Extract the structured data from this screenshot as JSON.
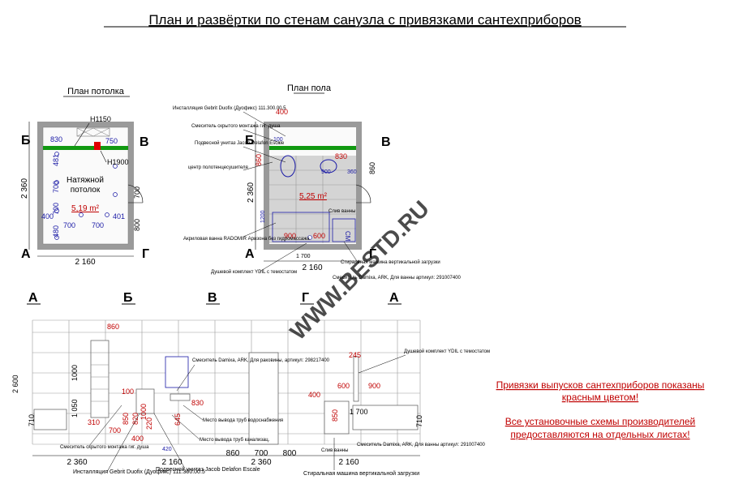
{
  "title": "План и развёртки по  стенам санузла   с привязками сантехприборов",
  "ceiling": {
    "heading": "План потолка",
    "area": "5,19 m²",
    "label_line1": "Натяжной",
    "label_line2": "потолок",
    "h1": "H1150",
    "h2": "H1900",
    "wall_letters": [
      "Б",
      "В",
      "А",
      "Г"
    ],
    "dims": {
      "top_left": "830",
      "top_right": "750",
      "left_upper": "481",
      "left_mid1": "700",
      "left_mid2": "700",
      "left_lower": "480",
      "bottom_left": "700",
      "bottom_right": "700",
      "mid_left": "400",
      "mid_right": "401",
      "width": "2 160",
      "height": "2 360",
      "door": "700",
      "door_right": "800"
    }
  },
  "floor": {
    "heading": "План пола",
    "area": "5,25 m²",
    "wall_letters": [
      "Б",
      "В",
      "А",
      "Г"
    ],
    "dims": {
      "d400": "400",
      "d860_left": "860",
      "d830": "830",
      "d900_top": "900",
      "d360": "360",
      "d860_right": "860",
      "d900_bottom": "900",
      "d600": "600",
      "d1700": "1 700",
      "width": "2 160",
      "height": "2 360",
      "d100": "100",
      "d1200": "1200",
      "cm": "СМ"
    },
    "notes": {
      "gebrit": "Инсталляция Gebrit Duofix (Дуофикс) 111.300.00.5",
      "mixer_hidden": "Смеситель скрытого монтажа гиг. душа",
      "toilet": "Подвесной унитаз Jacob Delafon Escale",
      "towel": "центр полотенцесушителя",
      "bath": "Акриловая ванна RADOMIR Аризона без гидромассажа",
      "shower_set": "Душевой комплект YDIL с темостатом",
      "washer": "Стиральная машина вертикальной загрузки",
      "mixer_bath": "Смеситель Damixa, ARK, Для ванны артикул: 291007400",
      "drain": "Слив ванны"
    }
  },
  "elevation": {
    "letters": [
      "А",
      "Б",
      "В",
      "Г",
      "А"
    ],
    "dims": {
      "d860": "860",
      "d2600": "2 600",
      "d1000": "1000",
      "d1050": "1 050",
      "d710": "710",
      "d310": "310",
      "d100": "100",
      "d850": "850",
      "d700": "700",
      "d400": "400",
      "d820": "820",
      "d220": "220",
      "d1000b": "1000",
      "d645": "645",
      "d830": "830",
      "d2360a": "2 360",
      "d2160a": "2 160",
      "d860b": "860",
      "d700b": "700",
      "d2360b": "2 360",
      "d800": "800",
      "d400b": "400",
      "d850b": "850",
      "d245": "245",
      "d600": "600",
      "d900": "900",
      "d1700": "1 700",
      "d710b": "710",
      "d2160b": "2 160",
      "d420": "420"
    },
    "notes": {
      "mixer_sink": "Смеситель Damixa, ARK, Для раковины, артикул: 298217400",
      "pipe_water": "Место вывода труб водоснабжения",
      "pipe_sewer": "Место вывода труб канализац.",
      "mixer_hidden": "Смеситель скрытого монтажа гиг. душа",
      "gebrit": "Инсталляция Gebrit Duofix (Дуофикс) 111.300.00.5",
      "toilet": "Подвесной унитаз Jacob Delafon Escale",
      "washer": "Стиральная машина вертикальной загрузки",
      "drain": "Слив ванны",
      "mixer_bath": "Смеситель Damixa, ARK, Для ванны артикул: 291007400",
      "shower_set": "Душевой комплект YDIL с темостатом"
    }
  },
  "watermark": "WWW.BESTD.RU",
  "legend": {
    "line1": "Привязки выпусков сантехприборов показаны",
    "line2": "красным цветом!",
    "line3": "Все установочные схемы производителей",
    "line4": "предоставляются на отдельных листах!"
  }
}
